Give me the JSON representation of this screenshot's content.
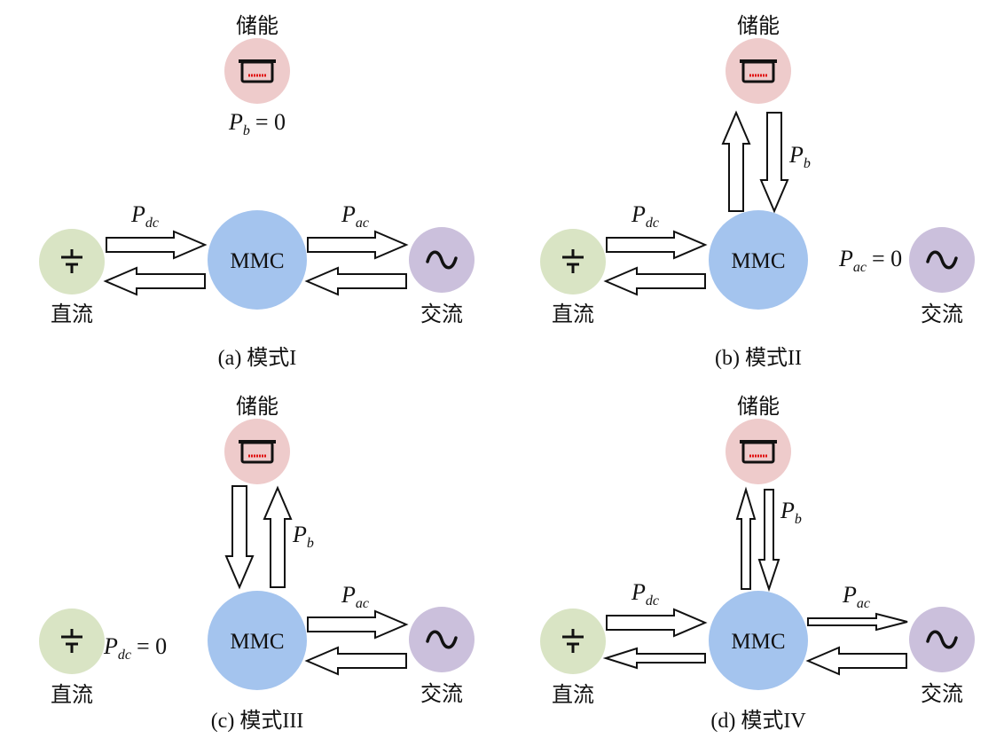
{
  "colors": {
    "storage": "#eecbcb",
    "dc": "#d9e4c4",
    "ac": "#cbc0dc",
    "mmc": "#a4c4ee",
    "battery_red": "#e01010"
  },
  "labels": {
    "storage": "储能",
    "dc": "直流",
    "ac": "交流",
    "mmc": "MMC"
  },
  "icons": {
    "storage": "battery-icon",
    "dc": "dc-source-icon",
    "ac": "ac-source-icon"
  },
  "panels": [
    {
      "caption": "(a) 模式I",
      "storage_power": {
        "symbol": "P",
        "sub": "b",
        "eq": "= 0"
      },
      "dc_power": {
        "symbol": "P",
        "sub": "dc"
      },
      "ac_power": {
        "symbol": "P",
        "sub": "ac"
      }
    },
    {
      "caption": "(b) 模式II",
      "storage_power": {
        "symbol": "P",
        "sub": "b"
      },
      "dc_power": {
        "symbol": "P",
        "sub": "dc"
      },
      "ac_power": {
        "symbol": "P",
        "sub": "ac",
        "eq": "= 0"
      }
    },
    {
      "caption": "(c) 模式III",
      "storage_power": {
        "symbol": "P",
        "sub": "b"
      },
      "dc_power": {
        "symbol": "P",
        "sub": "dc",
        "eq": "= 0"
      },
      "ac_power": {
        "symbol": "P",
        "sub": "ac"
      }
    },
    {
      "caption": "(d) 模式IV",
      "storage_power": {
        "symbol": "P",
        "sub": "b"
      },
      "dc_power": {
        "symbol": "P",
        "sub": "dc"
      },
      "ac_power": {
        "symbol": "P",
        "sub": "ac"
      }
    }
  ]
}
